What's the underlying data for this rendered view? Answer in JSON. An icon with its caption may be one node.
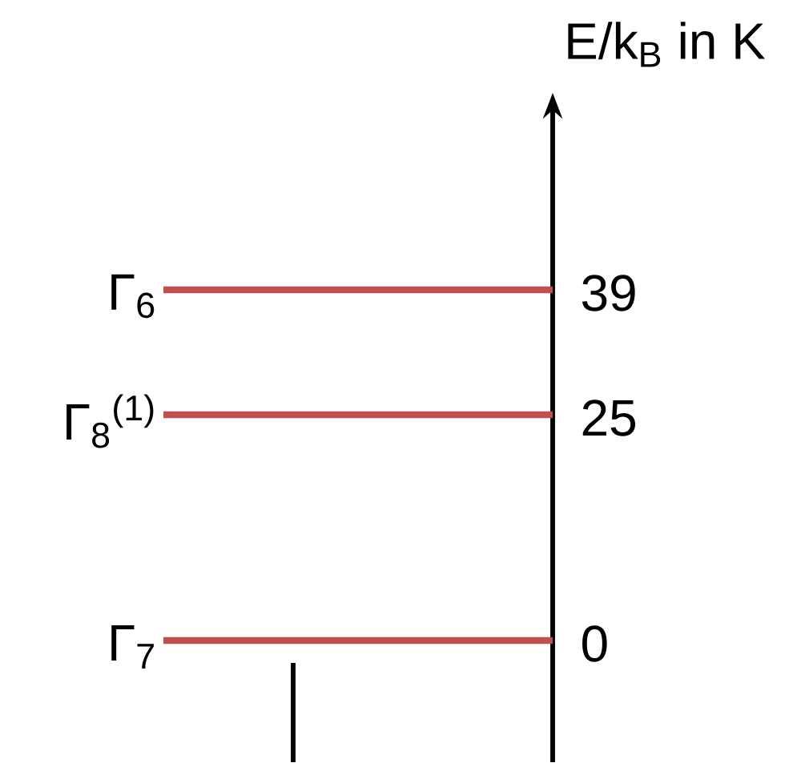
{
  "diagram": {
    "nodes": [
      {
        "text": [
          "Γ$_{6}$"
        ]
      },
      {
        "text": [
          "Γ$_{8}$$^{(1)}$"
        ]
      },
      {
        "text": [
          "Γ$_{7}$"
        ]
      }
    ],
    "edges": [],
    "labels": [
      "E/k$_{B}$ in K",
      "39",
      "25",
      "0"
    ]
  }
}
